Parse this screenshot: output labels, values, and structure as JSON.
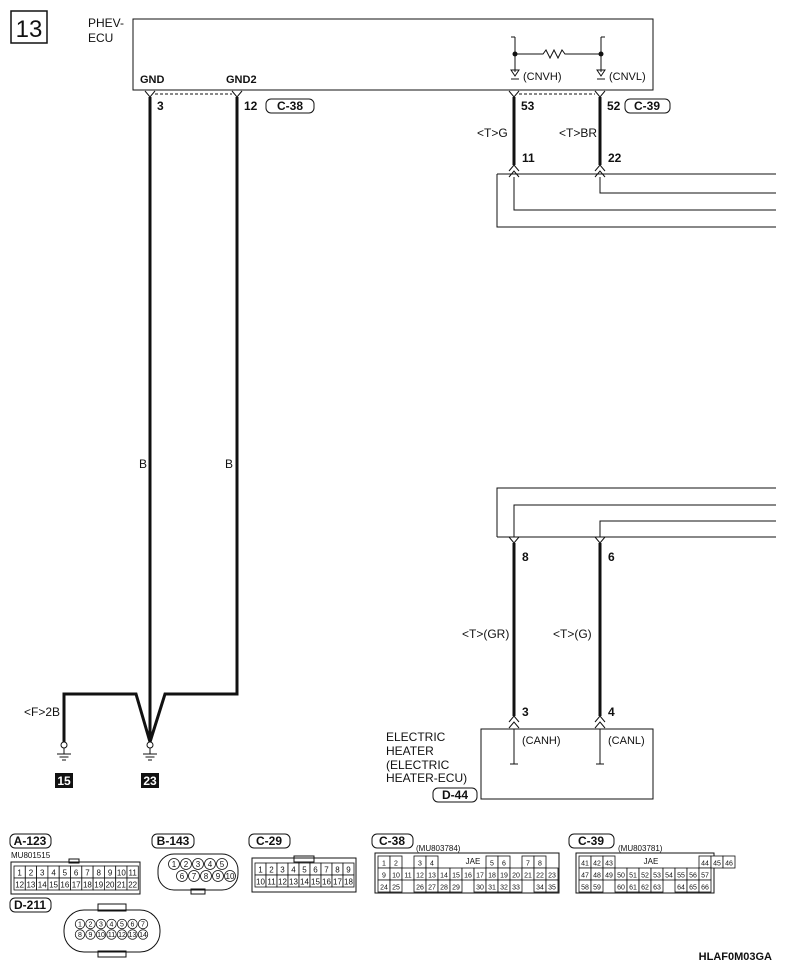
{
  "page_label": "13",
  "figure_code": "HLAF0M03GA",
  "phev_ecu": {
    "name_line1": "PHEV-",
    "name_line2": "ECU",
    "gnd": "GND",
    "gnd2": "GND2",
    "cnvh": "(CNVH)",
    "cnvl": "(CNVL)",
    "pin_gnd": "3",
    "pin_gnd2": "12",
    "connector_c38": "C-38",
    "pin_cnvh": "53",
    "pin_cnvl": "52",
    "connector_c39": "C-39"
  },
  "wires": {
    "gnd_color": "B",
    "gnd2_color": "B",
    "cnvh_color": "<T>G",
    "cnvl_color": "<T>BR",
    "junction_top_left": "11",
    "junction_top_right": "22",
    "junction_bottom_left": "8",
    "junction_bottom_right": "6",
    "canh_color": "<T>(GR)",
    "canl_color": "<T>(G)",
    "ground_branch": "<F>2B"
  },
  "grounds": {
    "g1": "15",
    "g2": "23"
  },
  "heater": {
    "line1": "ELECTRIC",
    "line2": "HEATER",
    "line3": "(ELECTRIC",
    "line4": "HEATER-ECU)",
    "connector": "D-44",
    "pin_canh": "3",
    "pin_canl": "4",
    "canh": "(CANH)",
    "canl": "(CANL)"
  },
  "connectors": {
    "a123": {
      "label": "A-123",
      "part": "MU801515",
      "row1": [
        "1",
        "2",
        "3",
        "4",
        "5",
        "6",
        "7",
        "8",
        "9",
        "10",
        "11"
      ],
      "row2": [
        "12",
        "13",
        "14",
        "15",
        "16",
        "17",
        "18",
        "19",
        "20",
        "21",
        "22"
      ]
    },
    "b143": {
      "label": "B-143",
      "row1": [
        "1",
        "2",
        "3",
        "4",
        "5"
      ],
      "row2": [
        "6",
        "7",
        "8",
        "9",
        "10"
      ]
    },
    "c29": {
      "label": "C-29",
      "row1": [
        "1",
        "2",
        "3",
        "4",
        "5",
        "6",
        "7",
        "8",
        "9"
      ],
      "row2": [
        "10",
        "11",
        "12",
        "13",
        "14",
        "15",
        "16",
        "17",
        "18"
      ]
    },
    "c38": {
      "label": "C-38",
      "part": "(MU803784)",
      "jae": "JAE",
      "row1": [
        "1",
        "2",
        "",
        "3",
        "4",
        "",
        "",
        "",
        "",
        "5",
        "6",
        "",
        "7",
        "8"
      ],
      "row2": [
        "9",
        "10",
        "11",
        "12",
        "13",
        "14",
        "15",
        "16",
        "17",
        "18",
        "19",
        "20",
        "21",
        "22",
        "23"
      ],
      "row3": [
        "24",
        "25",
        "",
        "26",
        "27",
        "28",
        "29",
        "",
        "30",
        "31",
        "32",
        "33",
        "",
        "34",
        "35"
      ]
    },
    "c39": {
      "label": "C-39",
      "part": "(MU803781)",
      "jae": "JAE",
      "row1": [
        "41",
        "42",
        "43",
        "",
        "",
        "",
        "",
        "",
        "",
        "",
        "44",
        "45",
        "46"
      ],
      "row2": [
        "47",
        "48",
        "49",
        "50",
        "51",
        "52",
        "53",
        "54",
        "55",
        "56",
        "57"
      ],
      "row3": [
        "58",
        "59",
        "",
        "60",
        "61",
        "62",
        "63",
        "",
        "64",
        "65",
        "66"
      ]
    },
    "d211": {
      "label": "D-211",
      "row1": [
        "1",
        "2",
        "3",
        "4",
        "5",
        "6",
        "7"
      ],
      "row2": [
        "8",
        "9",
        "10",
        "11",
        "12",
        "13",
        "14"
      ]
    }
  }
}
